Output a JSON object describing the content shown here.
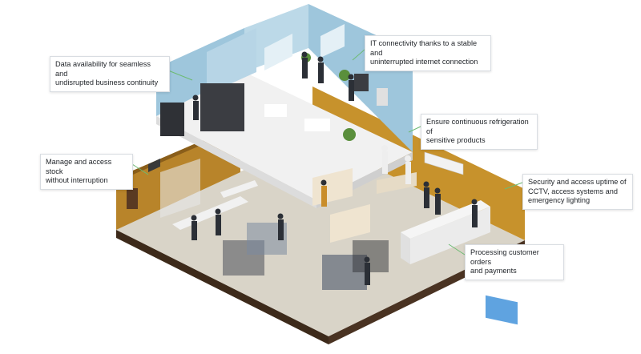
{
  "callouts": {
    "data_availability": "Data availability for seamless and\nundisrupted business continuity",
    "it_connectivity": "IT connectivity thanks to a stable and\nuninterrupted internet connection",
    "refrigeration": "Ensure continuous refrigeration of\nsensitive products",
    "stock": "Manage and access stock\nwithout interruption",
    "security": "Security and access uptime of\nCCTV, access systems and\nemergency lighting",
    "orders": "Processing customer orders\nand payments"
  },
  "colors": {
    "floor": "#d9d4c8",
    "slab_dark": "#3d2a1a",
    "wall_mustard": "#c7922c",
    "wall_blue": "#9ec6dc",
    "wall_blue_light": "#bcd9e8",
    "upper_floor": "#f1f1f1",
    "connector": "#6dbb73"
  }
}
